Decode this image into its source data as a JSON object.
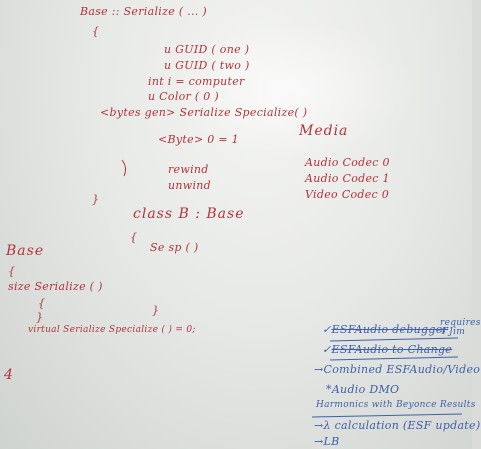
{
  "whiteboard": {
    "red_notes": [
      "Base :: Serialize ( ... )",
      "{",
      "u GUID ( one )",
      "u GUID ( two )",
      "int i = computer",
      "u Color ( 0 )",
      "<bytes gen> Serialize Specialize( )",
      "<Byte> 0 = 1",
      "rewind",
      "unwind",
      "}",
      "class B : Base",
      "{",
      "Se sp ( )",
      "Base",
      "{",
      "size Serialize ( )",
      "{",
      "}",
      "}",
      "virtual Serialize Specialize ( ) = 0;",
      "4"
    ],
    "media_heading": "Media",
    "media_items": [
      "Audio Codec 0",
      "Audio Codec 1",
      "Video Codec 0"
    ],
    "todo_items": [
      {
        "mark": "✓",
        "text": "ESFAudio debugger",
        "done": true
      },
      {
        "mark": "✓",
        "text": "ESFAudio to Change",
        "done": true
      },
      {
        "mark": "→",
        "text": "Combined ESFAudio/Video",
        "done": false
      },
      {
        "mark": "*",
        "text": "Audio DMO",
        "done": false
      },
      {
        "mark": "",
        "text": "Harmonics with Beyonce Results",
        "done": false
      },
      {
        "mark": "→",
        "text": "λ calculation (ESF update)",
        "done": false
      },
      {
        "mark": "→",
        "text": "LB",
        "done": false
      }
    ],
    "side_note": "requires 4 Jim",
    "colors": {
      "red_ink": "#b2343c",
      "blue_ink": "#3f5fa9",
      "board": "#e7e9e6"
    }
  }
}
